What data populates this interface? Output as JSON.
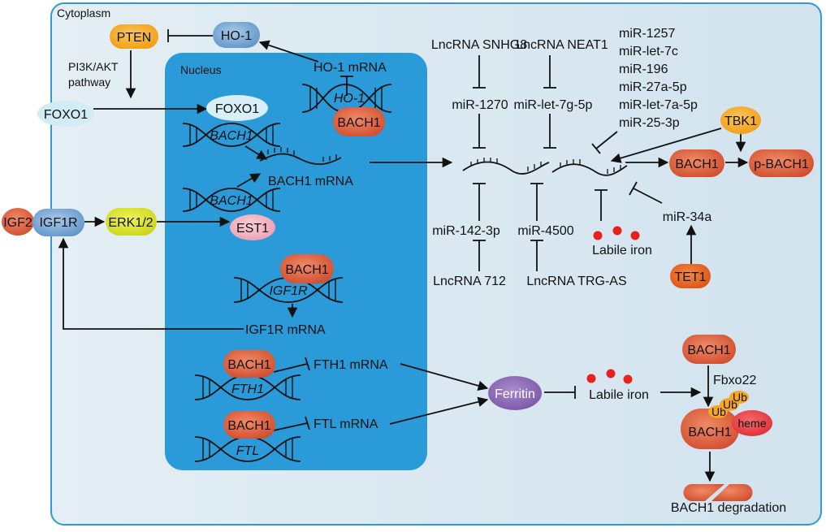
{
  "compartments": {
    "cytoplasm": "Cytoplasm",
    "nucleus": "Nucleus"
  },
  "nodes": {
    "pten": "PTEN",
    "ho1": "HO-1",
    "pi3k_line1": "PI3K/AKT",
    "pi3k_line2": "pathway",
    "foxo1_cyto": "FOXO1",
    "foxo1_nuc": "FOXO1",
    "igf2": "IGF2",
    "igf1r": "IGF1R",
    "erk": "ERK1/2",
    "est1": "EST1",
    "bach1_ho1": "BACH1",
    "bach1_igf1r": "BACH1",
    "bach1_fth1": "BACH1",
    "bach1_ftl": "BACH1",
    "bach1_cyto": "BACH1",
    "p_bach1": "p-BACH1",
    "tbk1": "TBK1",
    "tet1": "TET1",
    "ferritin": "Ferritin",
    "bach1_top_right": "BACH1",
    "bach1_heme_complex": "BACH1",
    "heme": "heme",
    "ub1": "Ub",
    "ub2": "Ub",
    "ub3": "Ub"
  },
  "genes": {
    "ho1": "HO-1",
    "bach1_a": "BACH1",
    "bach1_b": "BACH1",
    "igf1r": "IGF1R",
    "fth1": "FTH1",
    "ftl": "FTL"
  },
  "transcripts": {
    "ho1_mrna": "HO-1 mRNA",
    "bach1_mrna": "BACH1 mRNA",
    "igf1r_mrna": "IGF1R mRNA",
    "fth1_mrna": "FTH1 mRNA",
    "ftl_mrna": "FTL mRNA"
  },
  "regulators": {
    "snhg8": "LncRNA SNHG8",
    "neat1": "LncRNA NEAT1",
    "mir1270": "miR-1270",
    "mirlet7g": "miR-let-7g-5p",
    "mir_list": [
      "miR-1257",
      "miR-let-7c",
      "miR-196",
      "miR-27a-5p",
      "miR-let-7a-5p",
      "miR-25-3p"
    ],
    "mir142": "miR-142-3p",
    "lnc712": "LncRNA 712",
    "mir4500": "miR-4500",
    "trg": "LncRNA TRG-AS",
    "mir34a": "miR-34a"
  },
  "labels": {
    "labile_iron_1": "Labile iron",
    "labile_iron_2": "Labile iron",
    "fbxo22": "Fbxo22",
    "degradation": "BACH1 degradation"
  },
  "colors": {
    "cytoplasm_bg": "#dde9f1",
    "cytoplasm_border": "#2f9ad6",
    "nucleus": "#2a9ad8",
    "pten": "#f6a81b",
    "tbk1": "#f6a81b",
    "ho1": "#6aa2d4",
    "igf1r": "#5f97cc",
    "foxo1_cyto": "#d2ecf5",
    "foxo1_nuc": "#d8eef8",
    "bach1": "#d9583a",
    "igf2": "#d9583a",
    "tet1": "#e0591c",
    "erk": "#d6e01c",
    "est1": "#f2b2c0",
    "ferritin": "#8a66b3",
    "heme": "#e8373e",
    "ub": "#f5a623",
    "iron": "#e8211d"
  }
}
